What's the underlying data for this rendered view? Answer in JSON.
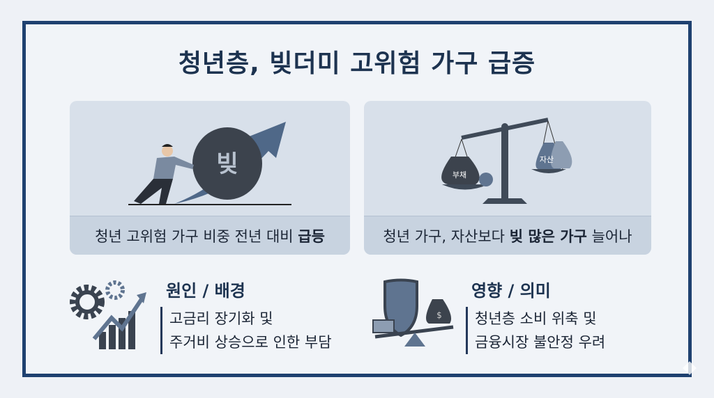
{
  "title": "청년층, 빚더미 고위험 가구 급증",
  "cards": [
    {
      "caption_prefix": "청년 고위험 가구 비중 전년 대비 ",
      "caption_bold": "급등",
      "caption_suffix": "",
      "icon_label": "빚"
    },
    {
      "caption_prefix": "청년 가구, 자산보다 ",
      "caption_bold": "빚 많은 가구",
      "caption_suffix": " 늘어나",
      "debt_label": "부채",
      "asset_label": "자산"
    }
  ],
  "sections": [
    {
      "heading": "원인 / 배경",
      "lines": [
        "고금리 장기화 및",
        "주거비 상승으로 인한 부담"
      ]
    },
    {
      "heading": "영향 / 의미",
      "lines": [
        "청년층 소비 위축 및",
        "금융시장 불안정 우려"
      ]
    }
  ],
  "colors": {
    "frame": "#1f4170",
    "title": "#1d3350",
    "card": "#d8e0ea",
    "icon_dark": "#3a4350",
    "icon_mid": "#5f7490"
  }
}
